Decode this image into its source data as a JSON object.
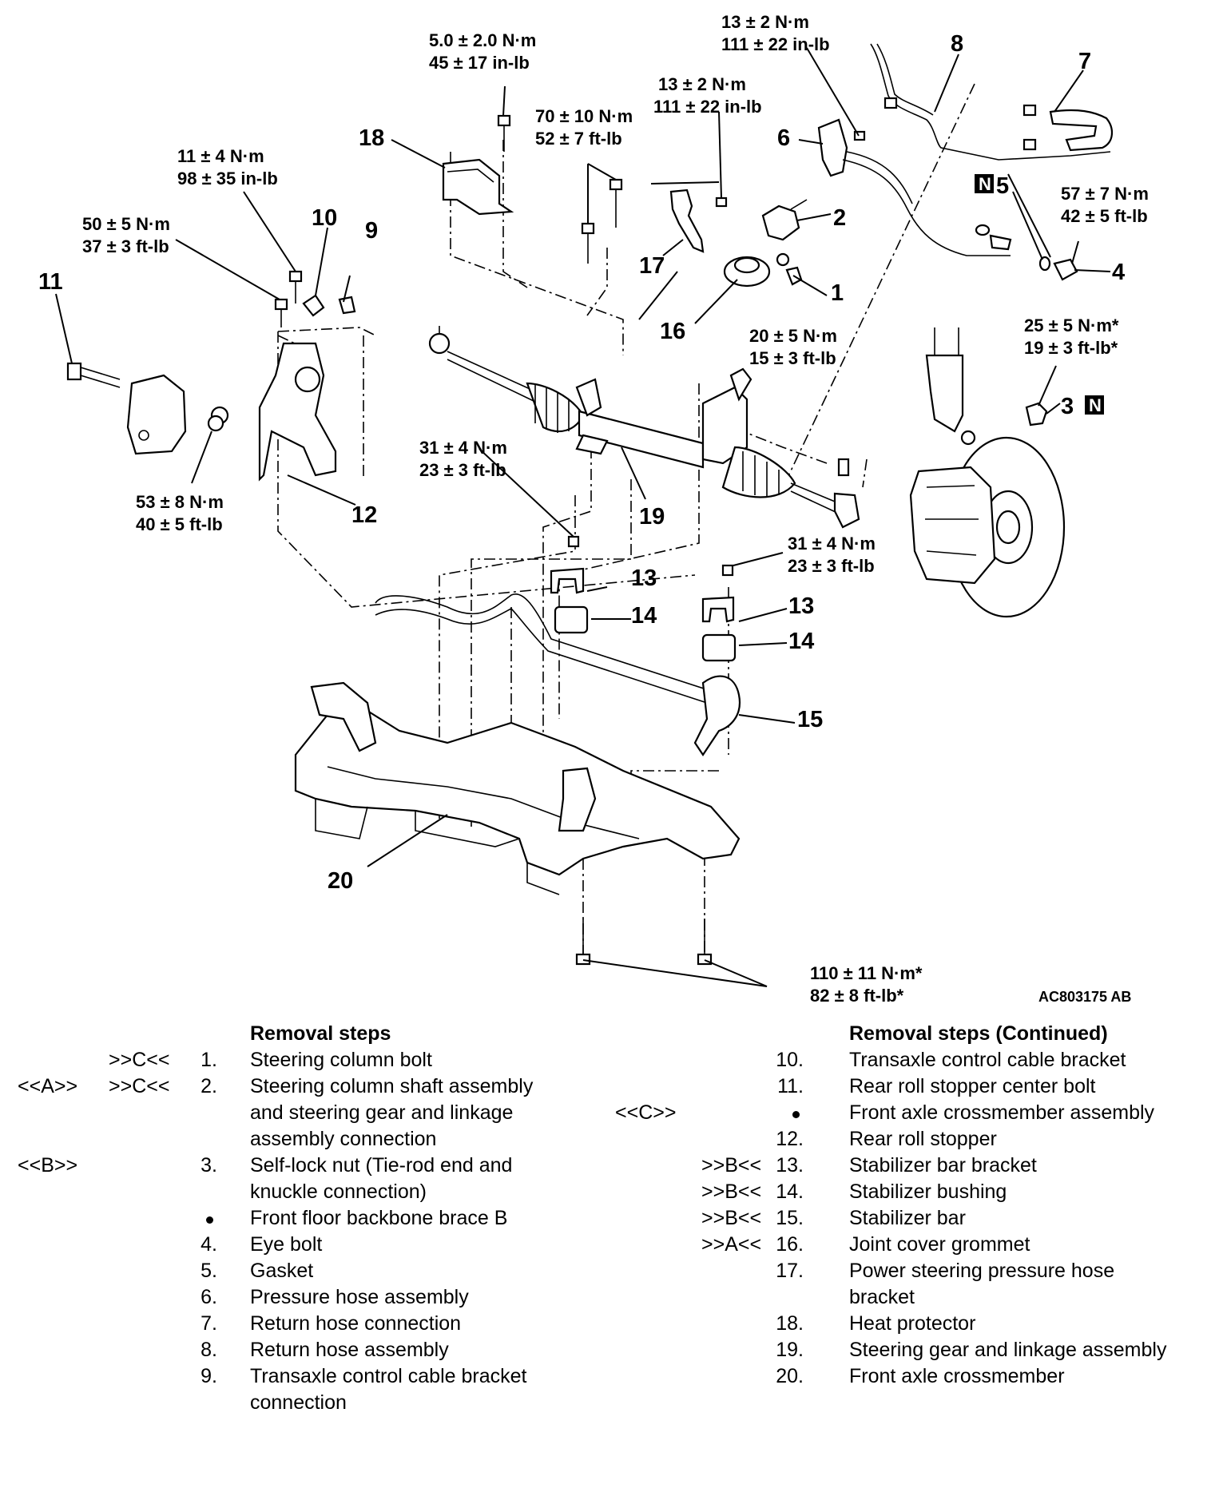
{
  "figure_id": "AC803175 AB",
  "callouts": [
    "1",
    "2",
    "3",
    "4",
    "5",
    "6",
    "7",
    "8",
    "9",
    "10",
    "11",
    "12",
    "13",
    "14",
    "15",
    "16",
    "17",
    "18",
    "19",
    "20",
    "13",
    "14"
  ],
  "n_badge": "N",
  "torques": {
    "t1": [
      "5.0 ± 2.0 N·m",
      "45 ± 17 in-lb"
    ],
    "t2": [
      "13 ± 2 N·m",
      "111 ± 22 in-lb"
    ],
    "t3": [
      "13 ± 2 N·m",
      "111 ± 22 in-lb"
    ],
    "t4": [
      "70 ± 10 N·m",
      "52 ± 7 ft-lb"
    ],
    "t5": [
      "11 ± 4 N·m",
      "98 ± 35 in-lb"
    ],
    "t6": [
      "50 ± 5 N·m",
      "37 ± 3 ft-lb"
    ],
    "t7": [
      "57 ± 7 N·m",
      "42 ± 5 ft-lb"
    ],
    "t8": [
      "20 ± 5 N·m",
      "15 ± 3 ft-lb"
    ],
    "t9": [
      "25 ± 5 N·m*",
      "19 ± 3 ft-lb*"
    ],
    "t10": [
      "53 ± 8 N·m",
      "40 ± 5 ft-lb"
    ],
    "t11": [
      "31 ± 4 N·m",
      "23 ± 3 ft-lb"
    ],
    "t12": [
      "31 ± 4 N·m",
      "23 ± 3 ft-lb"
    ],
    "t13": [
      "110 ± 11 N·m*",
      "82 ± 8 ft-lb*"
    ]
  },
  "removal_steps": {
    "title": "Removal steps",
    "items": [
      {
        "m1": "",
        "m2": ">>C<<",
        "num": "1.",
        "text": [
          "Steering column bolt"
        ]
      },
      {
        "m1": "<<A>>",
        "m2": ">>C<<",
        "num": "2.",
        "text": [
          "Steering column shaft assembly",
          "and steering gear and linkage",
          "assembly connection"
        ]
      },
      {
        "m1": "<<B>>",
        "m2": "",
        "num": "3.",
        "text": [
          "Self-lock nut (Tie-rod end and",
          "knuckle connection)"
        ]
      },
      {
        "m1": "",
        "m2": "",
        "num": "•",
        "text": [
          "Front floor backbone brace B"
        ]
      },
      {
        "m1": "",
        "m2": "",
        "num": "4.",
        "text": [
          "Eye bolt"
        ]
      },
      {
        "m1": "",
        "m2": "",
        "num": "5.",
        "text": [
          "Gasket"
        ]
      },
      {
        "m1": "",
        "m2": "",
        "num": "6.",
        "text": [
          "Pressure hose assembly"
        ]
      },
      {
        "m1": "",
        "m2": "",
        "num": "7.",
        "text": [
          "Return hose connection"
        ]
      },
      {
        "m1": "",
        "m2": "",
        "num": "8.",
        "text": [
          "Return hose assembly"
        ]
      },
      {
        "m1": "",
        "m2": "",
        "num": "9.",
        "text": [
          "Transaxle control cable bracket",
          "connection"
        ]
      }
    ]
  },
  "removal_steps_continued": {
    "title": "Removal steps (Continued)",
    "items": [
      {
        "m1": "",
        "m2": "",
        "num": "10.",
        "text": [
          "Transaxle control cable bracket"
        ]
      },
      {
        "m1": "",
        "m2": "",
        "num": "11.",
        "text": [
          "Rear roll stopper center bolt"
        ]
      },
      {
        "m1": "<<C>>",
        "m2": "",
        "num": "•",
        "text": [
          "Front axle crossmember assembly"
        ]
      },
      {
        "m1": "",
        "m2": "",
        "num": "12.",
        "text": [
          "Rear roll stopper"
        ]
      },
      {
        "m1": "",
        "m2": ">>B<<",
        "num": "13.",
        "text": [
          "Stabilizer bar bracket"
        ]
      },
      {
        "m1": "",
        "m2": ">>B<<",
        "num": "14.",
        "text": [
          "Stabilizer bushing"
        ]
      },
      {
        "m1": "",
        "m2": ">>B<<",
        "num": "15.",
        "text": [
          "Stabilizer bar"
        ]
      },
      {
        "m1": "",
        "m2": ">>A<<",
        "num": "16.",
        "text": [
          "Joint cover grommet"
        ]
      },
      {
        "m1": "",
        "m2": "",
        "num": "17.",
        "text": [
          "Power steering pressure hose",
          "bracket"
        ]
      },
      {
        "m1": "",
        "m2": "",
        "num": "18.",
        "text": [
          "Heat protector"
        ]
      },
      {
        "m1": "",
        "m2": "",
        "num": "19.",
        "text": [
          "Steering gear and linkage assembly"
        ]
      },
      {
        "m1": "",
        "m2": "",
        "num": "20.",
        "text": [
          "Front axle crossmember"
        ]
      }
    ]
  }
}
